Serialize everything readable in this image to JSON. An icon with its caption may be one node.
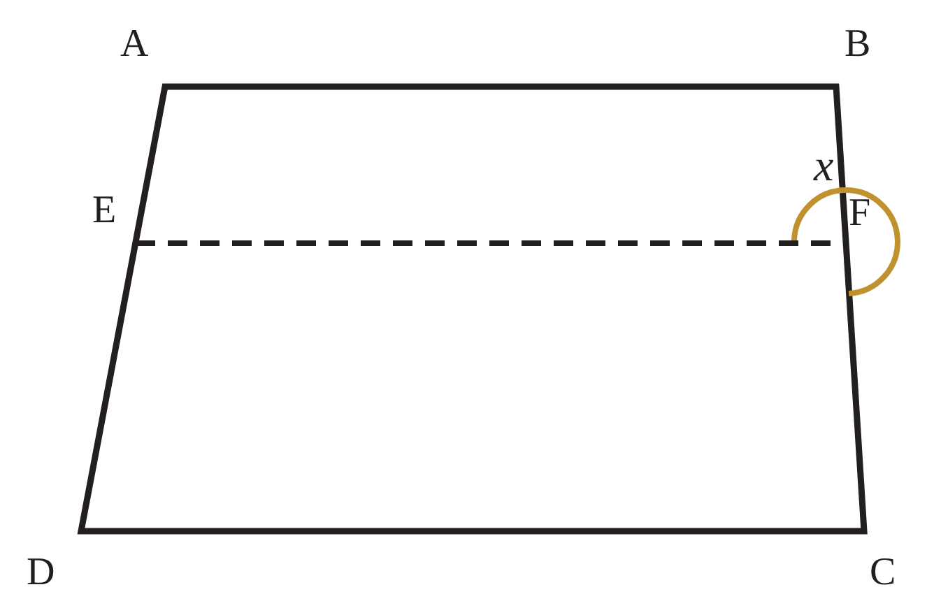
{
  "diagram": {
    "labels": [
      "A",
      "B",
      "x",
      "E",
      "F",
      "D",
      "C"
    ]
  }
}
